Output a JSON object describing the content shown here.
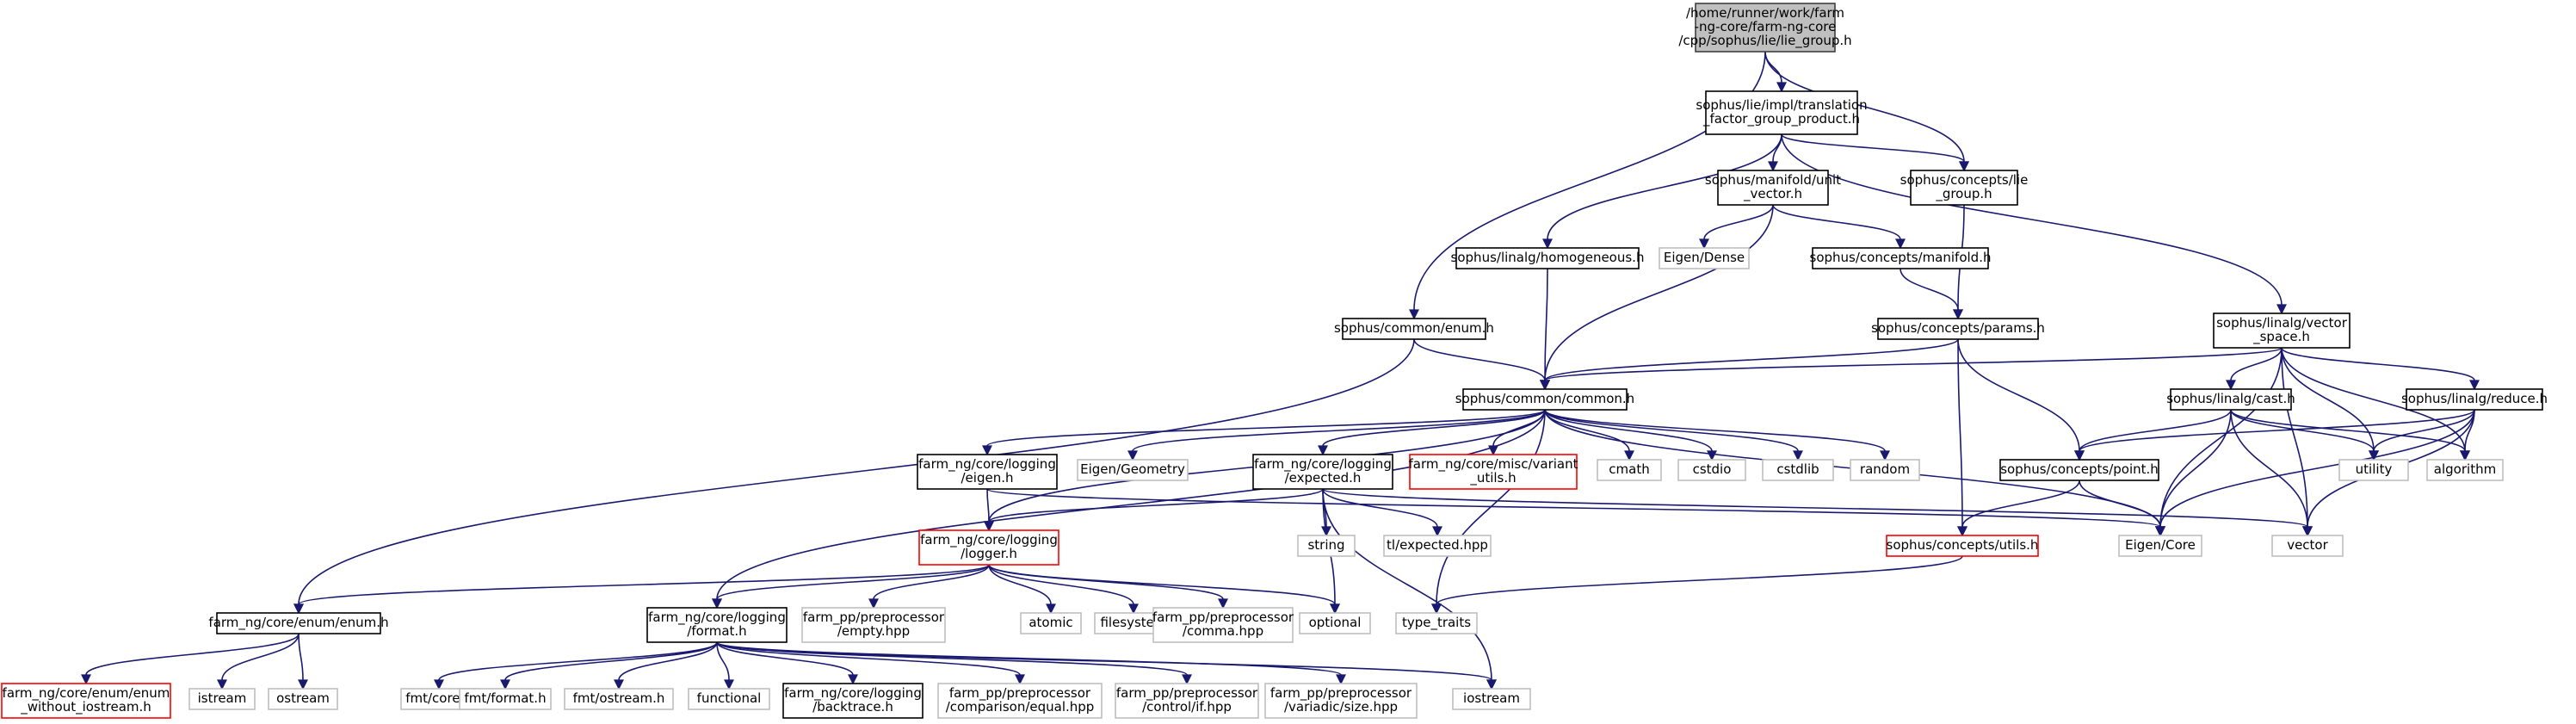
{
  "colors": {
    "edge": "#191970",
    "root_fill": "#bfbfbf",
    "root_stroke": "#404040",
    "normal_stroke": "#000000",
    "missing_stroke": "#ff0000",
    "system_stroke": "#bfbfbf"
  },
  "nodes": [
    {
      "id": "root",
      "kind": "root",
      "lines": [
        "/home/runner/work/farm",
        "-ng-core/farm-ng-core",
        "/cpp/sophus/lie/lie_group.h"
      ]
    },
    {
      "id": "tfgp",
      "kind": "normal",
      "lines": [
        "sophus/lie/impl/translation",
        "_factor_group_product.h"
      ]
    },
    {
      "id": "unitvec",
      "kind": "normal",
      "lines": [
        "sophus/manifold/unit",
        "_vector.h"
      ]
    },
    {
      "id": "conlie",
      "kind": "normal",
      "lines": [
        "sophus/concepts/lie",
        "_group.h"
      ]
    },
    {
      "id": "homog",
      "kind": "normal",
      "lines": [
        "sophus/linalg/homogeneous.h"
      ]
    },
    {
      "id": "eigendense",
      "kind": "system",
      "lines": [
        "Eigen/Dense"
      ]
    },
    {
      "id": "conmanifold",
      "kind": "normal",
      "lines": [
        "sophus/concepts/manifold.h"
      ]
    },
    {
      "id": "enum_h",
      "kind": "normal",
      "lines": [
        "sophus/common/enum.h"
      ]
    },
    {
      "id": "params",
      "kind": "normal",
      "lines": [
        "sophus/concepts/params.h"
      ]
    },
    {
      "id": "vecspace",
      "kind": "normal",
      "lines": [
        "sophus/linalg/vector",
        "_space.h"
      ]
    },
    {
      "id": "common",
      "kind": "normal",
      "lines": [
        "sophus/common/common.h"
      ]
    },
    {
      "id": "cast",
      "kind": "normal",
      "lines": [
        "sophus/linalg/cast.h"
      ]
    },
    {
      "id": "reduce",
      "kind": "normal",
      "lines": [
        "sophus/linalg/reduce.h"
      ]
    },
    {
      "id": "logeigen",
      "kind": "normal",
      "lines": [
        "farm_ng/core/logging",
        "/eigen.h"
      ]
    },
    {
      "id": "eigengeom",
      "kind": "system",
      "lines": [
        "Eigen/Geometry"
      ]
    },
    {
      "id": "expected",
      "kind": "normal",
      "lines": [
        "farm_ng/core/logging",
        "/expected.h"
      ]
    },
    {
      "id": "variant",
      "kind": "missing",
      "lines": [
        "farm_ng/core/misc/variant",
        "_utils.h"
      ]
    },
    {
      "id": "cmath",
      "kind": "system",
      "lines": [
        "cmath"
      ]
    },
    {
      "id": "cstdio",
      "kind": "system",
      "lines": [
        "cstdio"
      ]
    },
    {
      "id": "cstdlib",
      "kind": "system",
      "lines": [
        "cstdlib"
      ]
    },
    {
      "id": "random",
      "kind": "system",
      "lines": [
        "random"
      ]
    },
    {
      "id": "point",
      "kind": "normal",
      "lines": [
        "sophus/concepts/point.h"
      ]
    },
    {
      "id": "utility",
      "kind": "system",
      "lines": [
        "utility"
      ]
    },
    {
      "id": "algorithm",
      "kind": "system",
      "lines": [
        "algorithm"
      ]
    },
    {
      "id": "logger",
      "kind": "missing",
      "lines": [
        "farm_ng/core/logging",
        "/logger.h"
      ]
    },
    {
      "id": "string",
      "kind": "system",
      "lines": [
        "string"
      ]
    },
    {
      "id": "tlexp",
      "kind": "system",
      "lines": [
        "tl/expected.hpp"
      ]
    },
    {
      "id": "utils",
      "kind": "missing",
      "lines": [
        "sophus/concepts/utils.h"
      ]
    },
    {
      "id": "eigencore",
      "kind": "system",
      "lines": [
        "Eigen/Core"
      ]
    },
    {
      "id": "vector",
      "kind": "system",
      "lines": [
        "vector"
      ]
    },
    {
      "id": "coreenum",
      "kind": "normal",
      "lines": [
        "farm_ng/core/enum/enum.h"
      ]
    },
    {
      "id": "format",
      "kind": "normal",
      "lines": [
        "farm_ng/core/logging",
        "/format.h"
      ]
    },
    {
      "id": "ppempty",
      "kind": "system",
      "lines": [
        "farm_pp/preprocessor",
        "/empty.hpp"
      ]
    },
    {
      "id": "atomic",
      "kind": "system",
      "lines": [
        "atomic"
      ]
    },
    {
      "id": "filesystem",
      "kind": "system",
      "lines": [
        "filesystem"
      ]
    },
    {
      "id": "ppcomma",
      "kind": "system",
      "lines": [
        "farm_pp/preprocessor",
        "/comma.hpp"
      ]
    },
    {
      "id": "optional",
      "kind": "system",
      "lines": [
        "optional"
      ]
    },
    {
      "id": "typetraits",
      "kind": "system",
      "lines": [
        "type_traits"
      ]
    },
    {
      "id": "enumnoio",
      "kind": "missing",
      "lines": [
        "farm_ng/core/enum/enum",
        "_without_iostream.h"
      ]
    },
    {
      "id": "istream",
      "kind": "system",
      "lines": [
        "istream"
      ]
    },
    {
      "id": "ostream",
      "kind": "system",
      "lines": [
        "ostream"
      ]
    },
    {
      "id": "fmtcore",
      "kind": "system",
      "lines": [
        "fmt/core.h"
      ]
    },
    {
      "id": "fmtformat",
      "kind": "system",
      "lines": [
        "fmt/format.h"
      ]
    },
    {
      "id": "fmtostream",
      "kind": "system",
      "lines": [
        "fmt/ostream.h"
      ]
    },
    {
      "id": "functional",
      "kind": "system",
      "lines": [
        "functional"
      ]
    },
    {
      "id": "backtrace",
      "kind": "normal",
      "lines": [
        "farm_ng/core/logging",
        "/backtrace.h"
      ]
    },
    {
      "id": "ppcompare",
      "kind": "system",
      "lines": [
        "farm_pp/preprocessor",
        "/comparison/equal.hpp"
      ]
    },
    {
      "id": "ppif",
      "kind": "system",
      "lines": [
        "farm_pp/preprocessor",
        "/control/if.hpp"
      ]
    },
    {
      "id": "ppsize",
      "kind": "system",
      "lines": [
        "farm_pp/preprocessor",
        "/variadic/size.hpp"
      ]
    },
    {
      "id": "iostream",
      "kind": "system",
      "lines": [
        "iostream"
      ]
    }
  ],
  "edges": [
    [
      "root",
      "tfgp"
    ],
    [
      "root",
      "conlie"
    ],
    [
      "root",
      "enum_h"
    ],
    [
      "tfgp",
      "unitvec"
    ],
    [
      "tfgp",
      "conlie"
    ],
    [
      "tfgp",
      "homog"
    ],
    [
      "tfgp",
      "vecspace"
    ],
    [
      "unitvec",
      "eigendense"
    ],
    [
      "unitvec",
      "conmanifold"
    ],
    [
      "unitvec",
      "common"
    ],
    [
      "conlie",
      "params"
    ],
    [
      "homog",
      "common"
    ],
    [
      "conmanifold",
      "params"
    ],
    [
      "enum_h",
      "common"
    ],
    [
      "enum_h",
      "coreenum"
    ],
    [
      "params",
      "common"
    ],
    [
      "params",
      "utils"
    ],
    [
      "params",
      "point"
    ],
    [
      "vecspace",
      "common"
    ],
    [
      "vecspace",
      "cast"
    ],
    [
      "vecspace",
      "reduce"
    ],
    [
      "vecspace",
      "eigencore"
    ],
    [
      "vecspace",
      "utility"
    ],
    [
      "vecspace",
      "algorithm"
    ],
    [
      "vecspace",
      "vector"
    ],
    [
      "common",
      "logeigen"
    ],
    [
      "common",
      "eigengeom"
    ],
    [
      "common",
      "expected"
    ],
    [
      "common",
      "variant"
    ],
    [
      "common",
      "cmath"
    ],
    [
      "common",
      "cstdio"
    ],
    [
      "common",
      "cstdlib"
    ],
    [
      "common",
      "random"
    ],
    [
      "common",
      "logger"
    ],
    [
      "common",
      "format"
    ],
    [
      "common",
      "eigencore"
    ],
    [
      "common",
      "typetraits"
    ],
    [
      "cast",
      "point"
    ],
    [
      "cast",
      "utility"
    ],
    [
      "cast",
      "algorithm"
    ],
    [
      "cast",
      "eigencore"
    ],
    [
      "cast",
      "vector"
    ],
    [
      "reduce",
      "point"
    ],
    [
      "reduce",
      "utility"
    ],
    [
      "reduce",
      "algorithm"
    ],
    [
      "reduce",
      "eigencore"
    ],
    [
      "reduce",
      "vector"
    ],
    [
      "logeigen",
      "logger"
    ],
    [
      "logeigen",
      "eigencore"
    ],
    [
      "expected",
      "logger"
    ],
    [
      "expected",
      "string"
    ],
    [
      "expected",
      "tlexp"
    ],
    [
      "expected",
      "optional"
    ],
    [
      "expected",
      "iostream"
    ],
    [
      "expected",
      "vector"
    ],
    [
      "point",
      "utils"
    ],
    [
      "point",
      "eigencore"
    ],
    [
      "utils",
      "typetraits"
    ],
    [
      "logger",
      "coreenum"
    ],
    [
      "logger",
      "format"
    ],
    [
      "logger",
      "ppempty"
    ],
    [
      "logger",
      "atomic"
    ],
    [
      "logger",
      "filesystem"
    ],
    [
      "logger",
      "ppcomma"
    ],
    [
      "logger",
      "optional"
    ],
    [
      "coreenum",
      "enumnoio"
    ],
    [
      "coreenum",
      "istream"
    ],
    [
      "coreenum",
      "ostream"
    ],
    [
      "format",
      "fmtcore"
    ],
    [
      "format",
      "fmtformat"
    ],
    [
      "format",
      "fmtostream"
    ],
    [
      "format",
      "functional"
    ],
    [
      "format",
      "backtrace"
    ],
    [
      "format",
      "ppcompare"
    ],
    [
      "format",
      "ppif"
    ],
    [
      "format",
      "ppsize"
    ],
    [
      "format",
      "iostream"
    ]
  ]
}
